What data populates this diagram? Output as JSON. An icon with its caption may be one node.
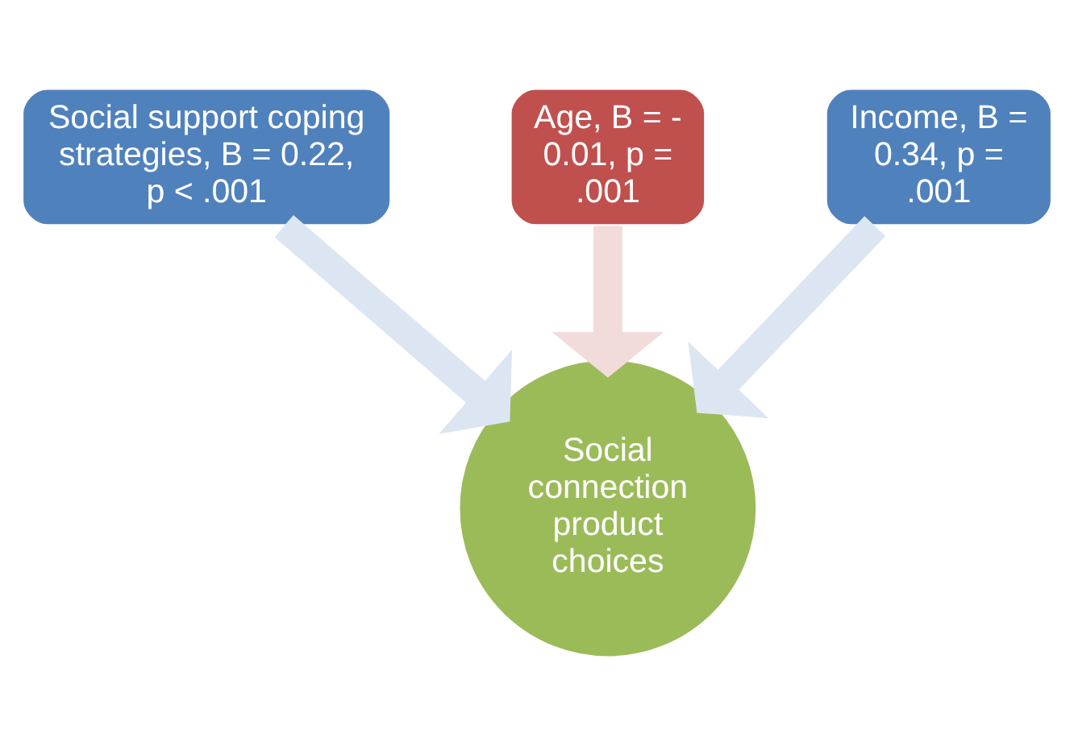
{
  "diagram": {
    "nodes": [
      {
        "text": [
          "Age, B = - 0.01, p = .001"
        ]
      },
      {
        "text": [
          "Social support coping strategies, B = 0.22, p < .001"
        ]
      },
      {
        "text": [
          "Income, B = 0.34, p = .001"
        ]
      },
      {
        "text": [
          "Social connection product choices"
        ]
      }
    ],
    "edges": [
      {
        "from": 1,
        "to": 3,
        "arrow": "to"
      },
      {
        "from": 0,
        "to": 3,
        "arrow": "to",
        "color": "#f2dcdb"
      },
      {
        "from": 2,
        "to": 3,
        "arrow": "to"
      }
    ]
  }
}
